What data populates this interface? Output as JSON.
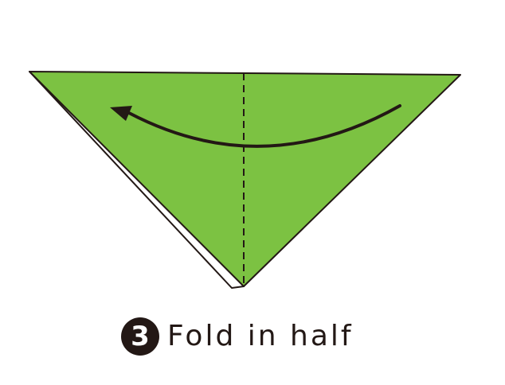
{
  "step": {
    "number": "3",
    "instruction": "Fold in half"
  },
  "colors": {
    "paper_front": "#7cc242",
    "paper_back": "#ffffff",
    "outline": "#231815",
    "arrow": "#231815",
    "fold_line": "#231815"
  },
  "icons": {
    "fold_arrow": "curved-arrow-left-icon",
    "fold_line": "dashed-valley-fold-line"
  }
}
